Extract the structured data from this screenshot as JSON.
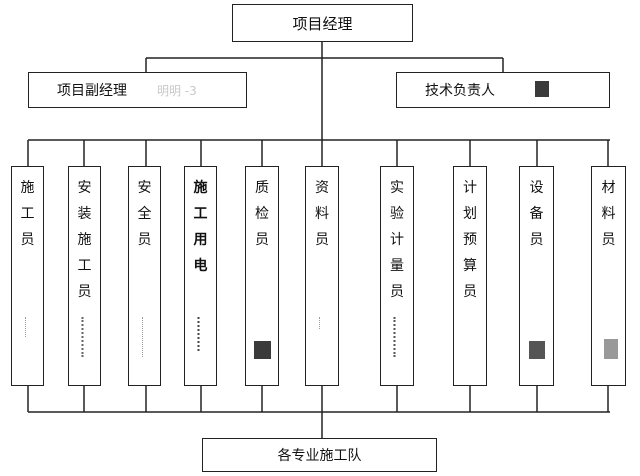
{
  "top": {
    "label": "项目经理"
  },
  "deputy": {
    "label": "项目副经理",
    "smudge": "明明 -3"
  },
  "tech": {
    "label": "技术负责人"
  },
  "bottom": {
    "label": "各专业施工队"
  },
  "staff": [
    {
      "id": "construction",
      "chars": [
        "施",
        "工",
        "员"
      ]
    },
    {
      "id": "install",
      "chars": [
        "安",
        "装",
        "施",
        "工",
        "员"
      ]
    },
    {
      "id": "safety",
      "chars": [
        "安",
        "全",
        "员"
      ]
    },
    {
      "id": "electric",
      "chars": [
        "施",
        "工",
        "用",
        "电"
      ]
    },
    {
      "id": "quality",
      "chars": [
        "质",
        "检",
        "员"
      ]
    },
    {
      "id": "document",
      "chars": [
        "资",
        "料",
        "员"
      ]
    },
    {
      "id": "lab",
      "chars": [
        "实",
        "验",
        "计",
        "量",
        "员"
      ]
    },
    {
      "id": "budget",
      "chars": [
        "计",
        "划",
        "预",
        "算",
        "员"
      ]
    },
    {
      "id": "equipment",
      "chars": [
        "设",
        "备",
        "员"
      ]
    },
    {
      "id": "material",
      "chars": [
        "材",
        "料",
        "员"
      ]
    }
  ]
}
